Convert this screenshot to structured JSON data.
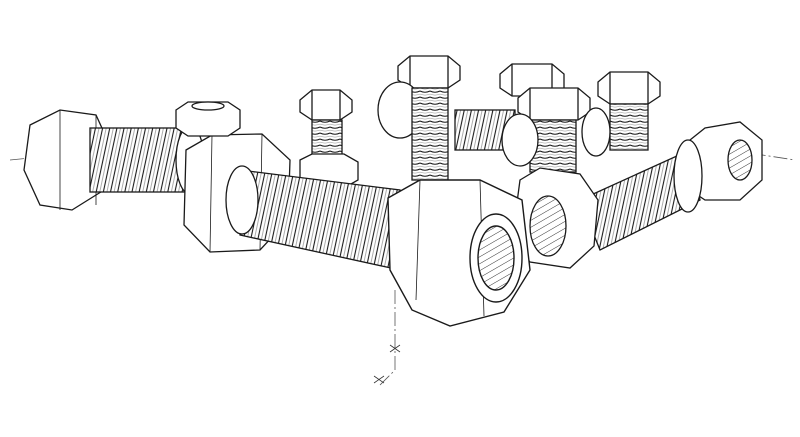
{
  "drawing": {
    "style": "line-art",
    "ink_color": "#1a1a1a",
    "paper_color": "#ffffff",
    "centerline_color": "#555555",
    "parts": [
      {
        "type": "bolt",
        "orientation": "horizontal",
        "position": "left"
      },
      {
        "type": "bolt",
        "orientation": "horizontal",
        "position": "front-center"
      },
      {
        "type": "bolt",
        "orientation": "horizontal",
        "position": "right"
      },
      {
        "type": "bolt",
        "orientation": "horizontal",
        "position": "back"
      },
      {
        "type": "bolt",
        "orientation": "vertical",
        "position": "back-1"
      },
      {
        "type": "bolt",
        "orientation": "vertical",
        "position": "back-2"
      },
      {
        "type": "bolt",
        "orientation": "vertical",
        "position": "back-3"
      },
      {
        "type": "bolt",
        "orientation": "vertical",
        "position": "back-4"
      },
      {
        "type": "bolt",
        "orientation": "vertical",
        "position": "back-5"
      },
      {
        "type": "nut",
        "orientation": "horizontal",
        "position": "front-center"
      },
      {
        "type": "nut",
        "orientation": "horizontal",
        "position": "right-end"
      },
      {
        "type": "nut",
        "orientation": "horizontal",
        "position": "left"
      }
    ]
  }
}
